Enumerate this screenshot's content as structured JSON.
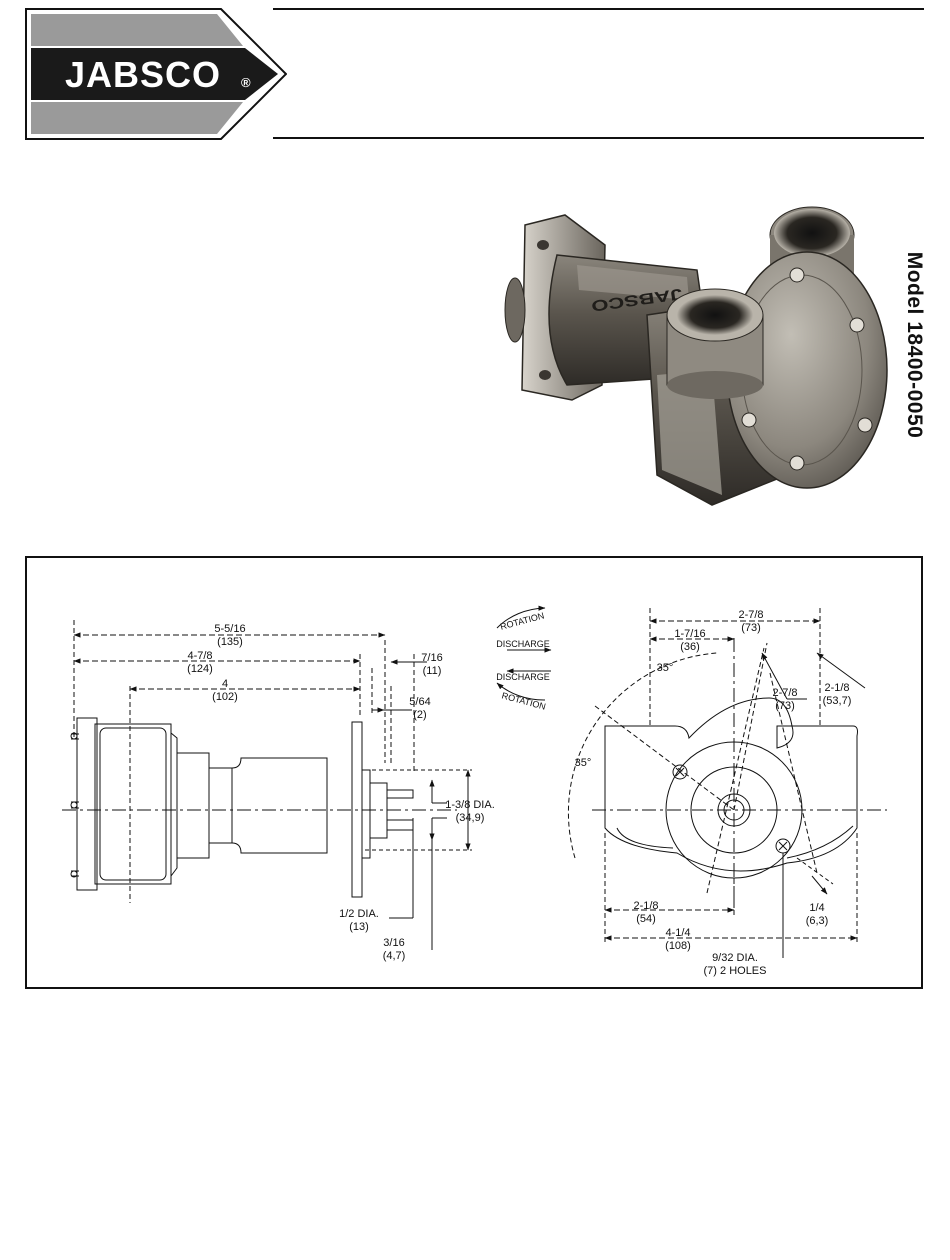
{
  "header": {
    "brand": "JABSCO",
    "registered_mark": "®",
    "model_label": "Model 18400-0050"
  },
  "photo": {
    "casting_text": "JABSCO"
  },
  "drawing": {
    "side_view": {
      "dim_overall": {
        "frac": "5-5/16",
        "mm": "(135)"
      },
      "dim_body": {
        "frac": "4-7/8",
        "mm": "(124)"
      },
      "dim_shaft_flange": {
        "frac": "4",
        "mm": "(102)"
      },
      "dim_shaft_end": {
        "frac": "7/16",
        "mm": "(11)"
      },
      "dim_shaft_step": {
        "frac": "5/64",
        "mm": "(2)"
      },
      "dim_pilot_dia": {
        "frac": "1-3/8 DIA.",
        "mm": "(34,9)"
      },
      "dim_shaft_dia": {
        "frac": "1/2 DIA.",
        "mm": "(13)"
      },
      "dim_key": {
        "frac": "3/16",
        "mm": "(4,7)"
      }
    },
    "rotation_legend": {
      "top_label": "ROTATION",
      "discharge_top": "DISCHARGE",
      "discharge_bottom": "DISCHARGE",
      "bottom_label": "ROTATION"
    },
    "front_view": {
      "dim_top_width": {
        "frac": "2-7/8",
        "mm": "(73)"
      },
      "dim_top_offset": {
        "frac": "1-7/16",
        "mm": "(36)"
      },
      "dim_bolt_circle": {
        "frac": "2-7/8",
        "mm": "(73)"
      },
      "dim_right_offset": {
        "frac": "2-1/8",
        "mm": "(53,7)"
      },
      "angle_top": "35°",
      "angle_left": "35°",
      "dim_half_width": {
        "frac": "2-1/8",
        "mm": "(54)"
      },
      "dim_full_width": {
        "frac": "4-1/4",
        "mm": "(108)"
      },
      "dim_hole_offset": {
        "frac": "1/4",
        "mm": "(6,3)"
      },
      "hole_note": {
        "line1": "9/32 DIA.",
        "line2": "(7) 2 HOLES"
      }
    }
  },
  "colors": {
    "ink": "#111111",
    "logo_dark": "#1a1a1a",
    "logo_gray": "#9a9a9a",
    "bronze_light": "#c9c5bd",
    "bronze_dark": "#4a4640"
  },
  "icons": [
    "logo-chevron",
    "rotation-arrow-icon"
  ]
}
